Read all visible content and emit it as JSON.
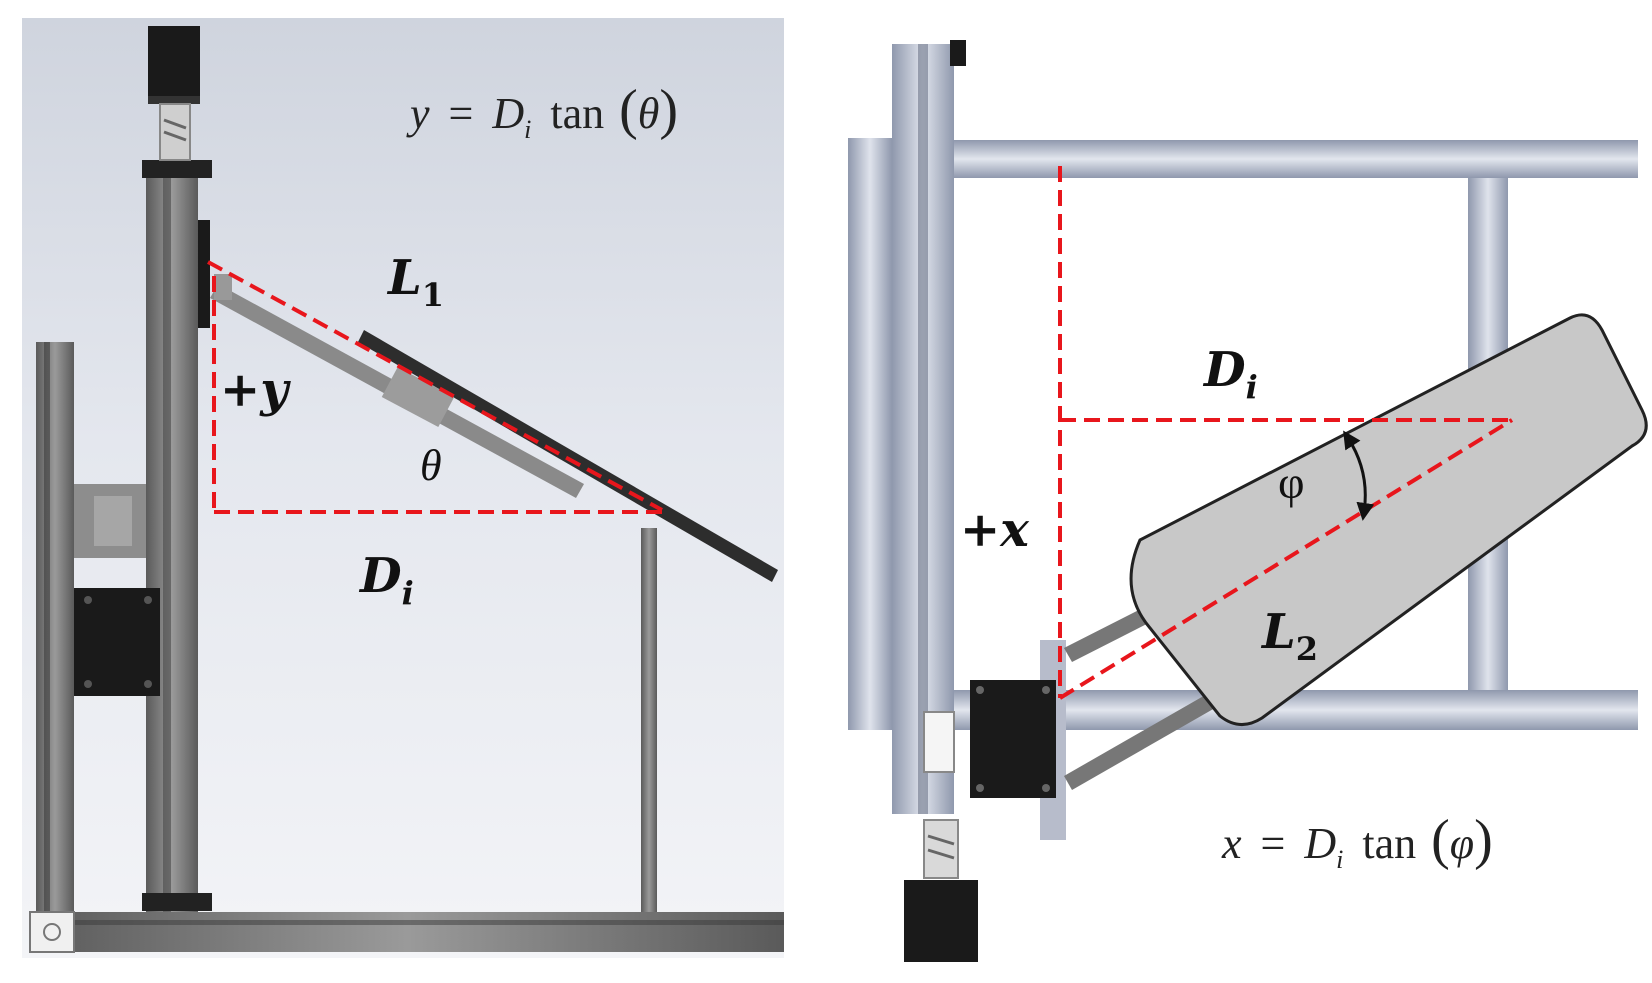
{
  "left_panel": {
    "equation": {
      "lhs": "y",
      "eq": "=",
      "D": "D",
      "sub": "i",
      "func": "tan",
      "arg": "θ"
    },
    "label_L": {
      "main": "L",
      "sub": "1"
    },
    "label_y": "+y",
    "label_theta": "θ",
    "label_D": {
      "main": "D",
      "sub": "i"
    }
  },
  "right_panel": {
    "equation": {
      "lhs": "x",
      "eq": "=",
      "D": "D",
      "sub": "i",
      "func": "tan",
      "arg": "φ"
    },
    "label_D": {
      "main": "D",
      "sub": "i"
    },
    "label_phi": "φ",
    "label_x": "+x",
    "label_L": {
      "main": "L",
      "sub": "2"
    }
  },
  "colors": {
    "dashed_lines": "#e8161c",
    "background_left": "#d8dce4",
    "frame_metal": "#a8b0c4",
    "motor_black": "#1a1a1a",
    "rail_gray": "#777777",
    "paddle_fill": "#c8c8c8"
  }
}
